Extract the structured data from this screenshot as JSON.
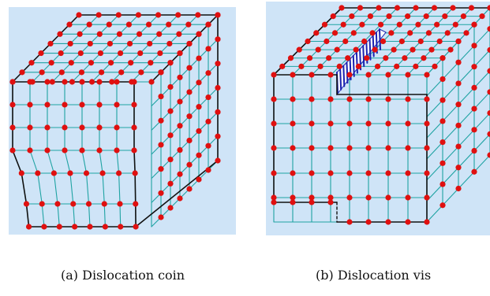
{
  "figure": {
    "panel_a": {
      "caption": "(a) Dislocation coin",
      "lattice": "cubic",
      "defect": "edge dislocation"
    },
    "panel_b": {
      "caption": "(b) Dislocation vis",
      "lattice": "cubic",
      "defect": "screw dislocation"
    }
  },
  "colors": {
    "background": "#cfe4f7",
    "bond": "#1fa3a3",
    "edge": "#111111",
    "atom": "#e01010",
    "hatch": "#1a22b0"
  }
}
